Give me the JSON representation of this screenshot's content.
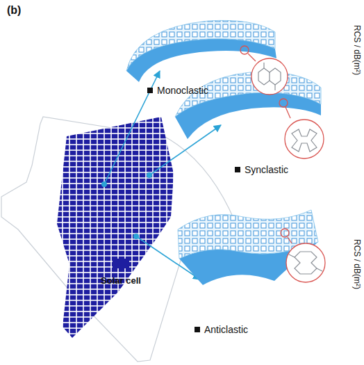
{
  "diagram": {
    "labels": [
      "(b)",
      "Monoclastic",
      "Synclastic",
      "Anticlastic",
      "RCS / dB(m²)",
      "RCS / dB(m²)"
    ],
    "legend": [
      {
        "text": "Solar cell",
        "color": "#1e1ea0"
      }
    ]
  }
}
